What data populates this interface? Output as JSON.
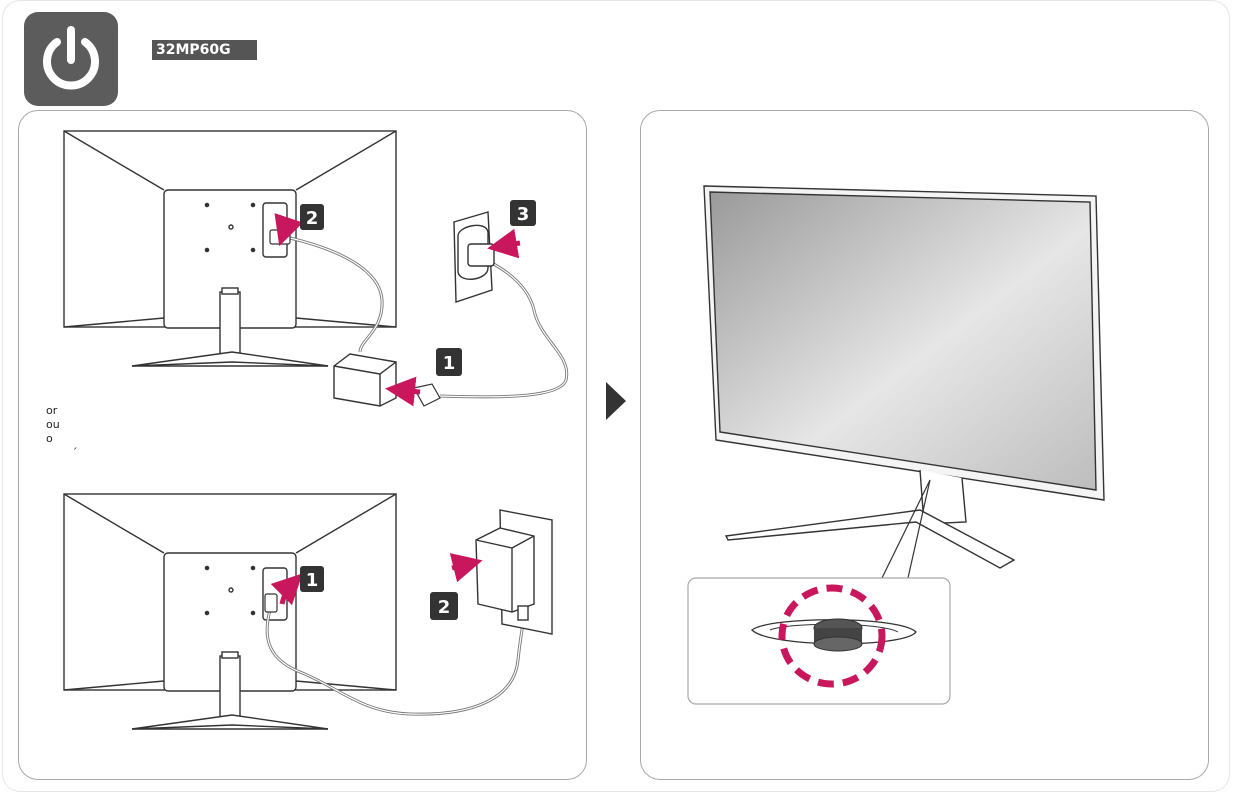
{
  "header": {
    "model": "32MP60G",
    "icon": "power-icon"
  },
  "connection_steps": {
    "option_a": {
      "step1": "1",
      "step2": "2",
      "step3": "3"
    },
    "option_b": {
      "step1": "1",
      "step2": "2"
    },
    "or_label": [
      "or",
      "ou",
      "o",
      "´"
    ]
  },
  "colors": {
    "icon_tile": "#5c5c5c",
    "arrow_accent": "#c8175d",
    "badge": "#333333"
  }
}
